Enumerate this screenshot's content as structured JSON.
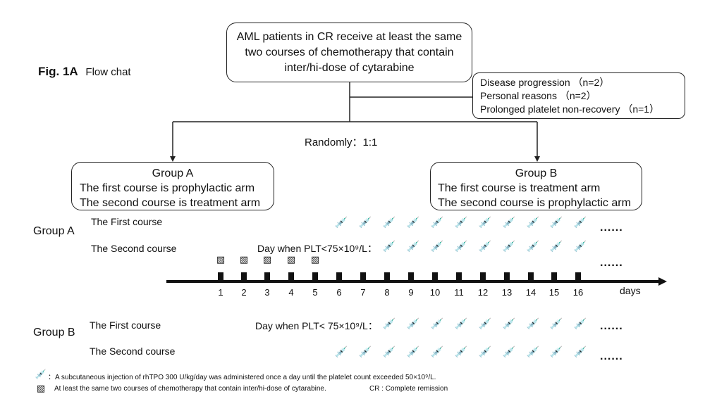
{
  "figure": {
    "label": "Fig. 1A",
    "caption": "Flow chat"
  },
  "top_box": {
    "line1": "AML patients in CR receive at least the same",
    "line2": "two courses of chemotherapy that contain",
    "line3": "inter/hi-dose of cytarabine"
  },
  "exclusion_box": {
    "line1": "Disease progression （n=2）",
    "line2": "Personal reasons （n=2）",
    "line3": "Prolonged platelet non-recovery （n=1）"
  },
  "randomization": "Randomly：1:1",
  "group_a_box": {
    "title": "Group A",
    "line1": "The first course is prophylactic arm",
    "line2": "The second course is treatment arm"
  },
  "group_b_box": {
    "title": "Group B",
    "line1": "The first course is treatment arm",
    "line2": "The second course is prophylactic arm"
  },
  "timeline": {
    "group_a_label": "Group A",
    "group_b_label": "Group B",
    "first_course": "The First course",
    "second_course": "The Second course",
    "plt_condition_a": "Day when PLT<75×10⁹/L：",
    "plt_condition_b": "Day when PLT< 75×10⁹/L：",
    "axis_unit": "days",
    "day_numbers": [
      "1",
      "2",
      "3",
      "4",
      "5",
      "6",
      "7",
      "8",
      "9",
      "10",
      "11",
      "12",
      "13",
      "14",
      "15",
      "16"
    ],
    "ellipsis": "......"
  },
  "legend": {
    "syringe_text": "：A subcutaneous injection of rhTPO 300 U/kg/day was administered once a day until the platelet count exceeded 50×10⁹/L.",
    "chemo_text": "At least the same two courses of chemotherapy that contain inter/hi-dose of cytarabine.",
    "cr_text": "CR : Complete remission"
  },
  "icons": {
    "syringe": "syringe-icon",
    "chemo_bag": "iv-bag-icon"
  }
}
